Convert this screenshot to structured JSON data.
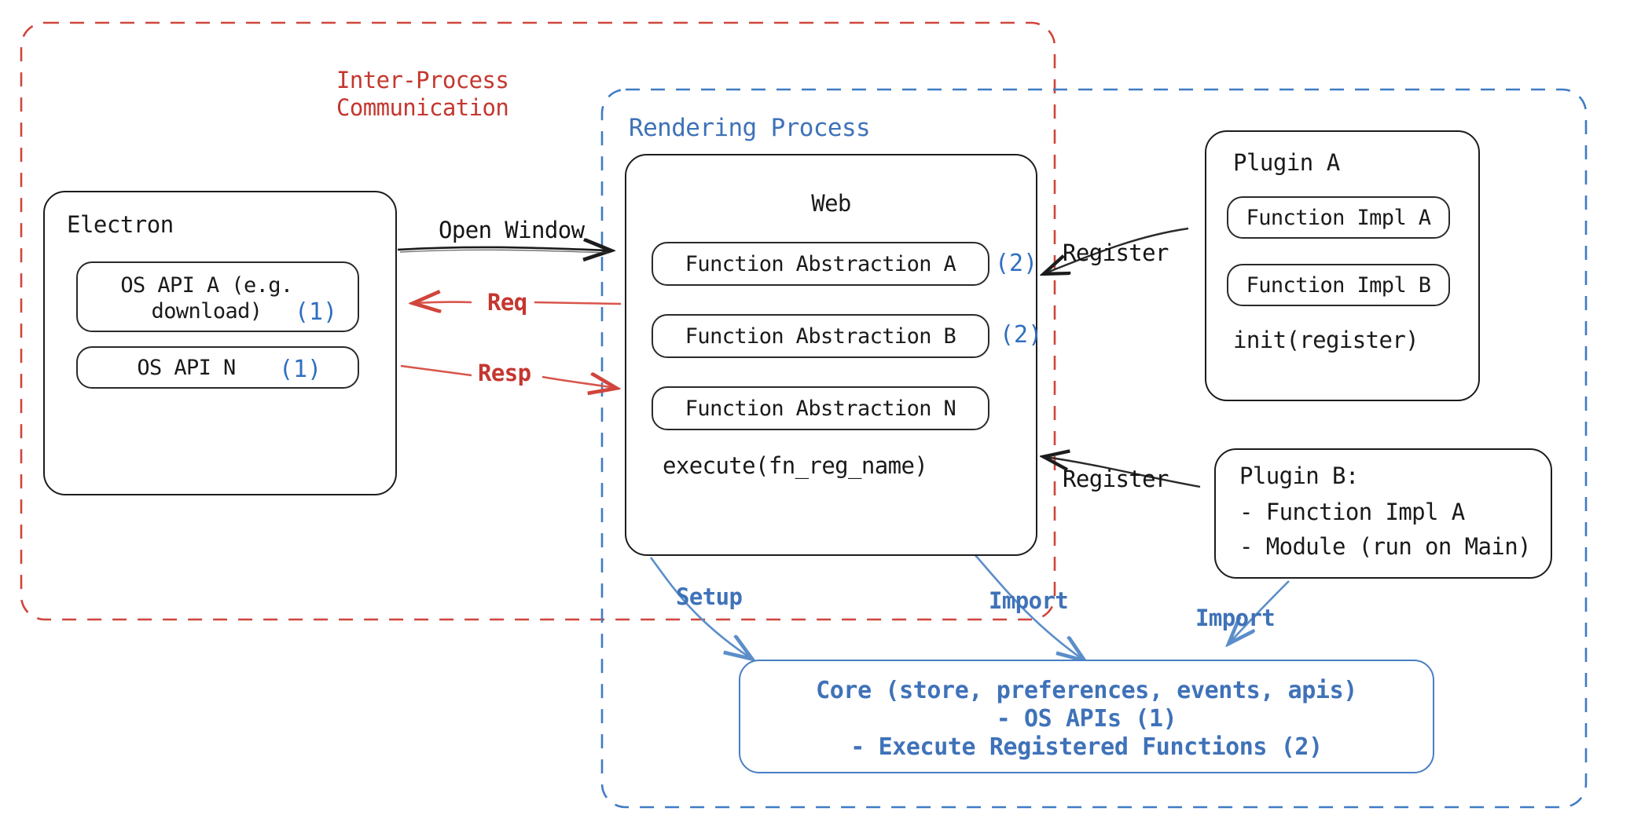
{
  "diagram": {
    "title": "Electron plugin architecture",
    "colors": {
      "ipc_red": "#c4372f",
      "process_blue": "#3f72b8",
      "node_black": "#1c1c1c",
      "core_blue": "#4a7ec4"
    }
  },
  "ipc_boundary": {
    "label_line1": "Inter-Process",
    "label_line2": "Communication"
  },
  "render_boundary": {
    "label": "Rendering Process"
  },
  "electron": {
    "title": "Electron",
    "apis": [
      {
        "name": "OS API A (e.g.\ndownload)",
        "marker": "(1)"
      },
      {
        "name": "OS API N",
        "marker": "(1)"
      }
    ]
  },
  "web": {
    "title": "Web",
    "abstractions": [
      {
        "name": "Function Abstraction A",
        "marker": "(2)"
      },
      {
        "name": "Function Abstraction B",
        "marker": "(2)"
      },
      {
        "name": "Function Abstraction N",
        "marker": ""
      }
    ],
    "footer": "execute(fn_reg_name)"
  },
  "plugin_a": {
    "title": "Plugin A",
    "impls": [
      "Function Impl A",
      "Function Impl B"
    ],
    "footer": "init(register)"
  },
  "plugin_b": {
    "title": "Plugin B:",
    "lines": [
      "- Function Impl A",
      "- Module (run on Main)"
    ]
  },
  "core": {
    "line1": "Core (store, preferences, events, apis)",
    "line2": "- OS APIs (1)",
    "line3": "- Execute Registered Functions (2)"
  },
  "edges": {
    "open_window": "Open Window",
    "req": "Req",
    "resp": "Resp",
    "register_a": "Register",
    "register_b": "Register",
    "setup": "Setup",
    "import_web": "Import",
    "import_plugin": "Import"
  }
}
